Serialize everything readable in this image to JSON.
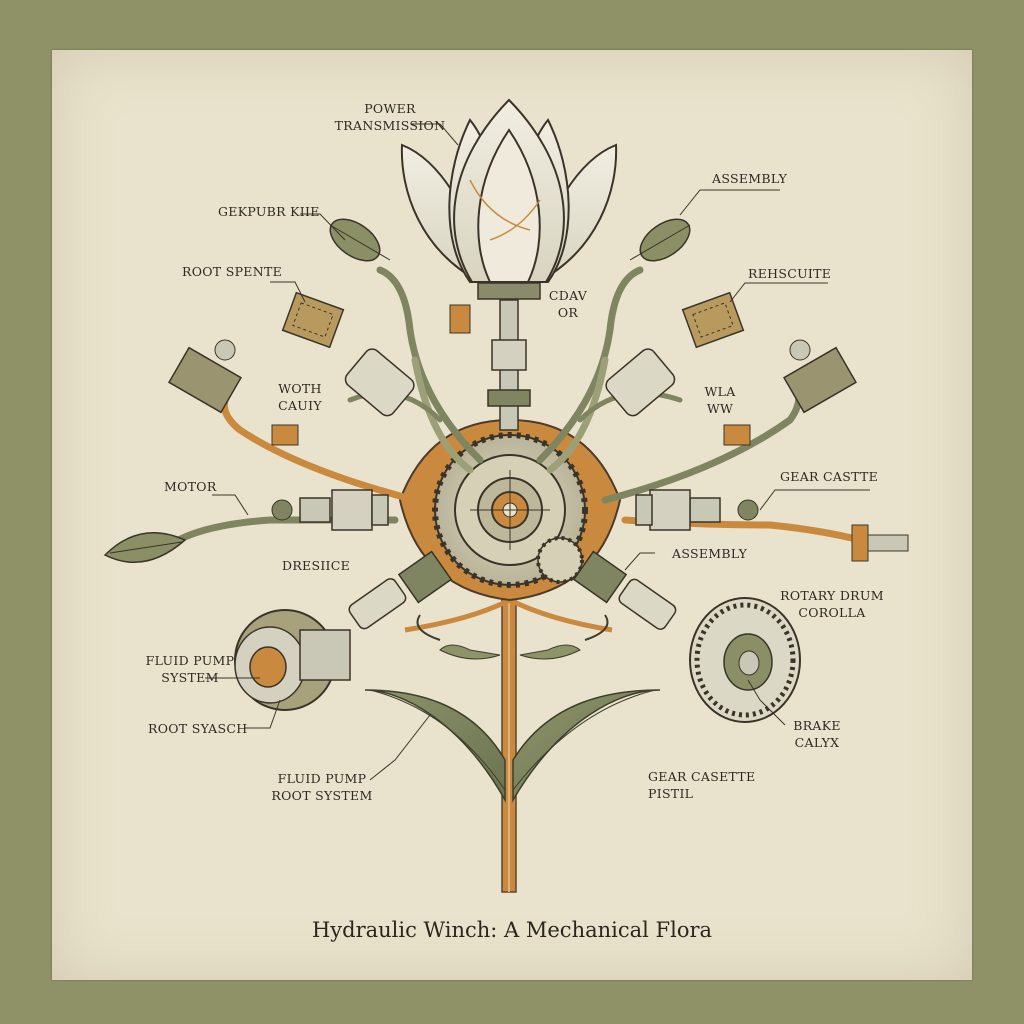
{
  "title": "Hydraulic Winch: A Mechanical Flora",
  "labels": {
    "power_transmission_1": "POWER",
    "power_transmission_2": "TRANSMISSION",
    "assembly_top": "ASSEMBLY",
    "gerpubr_rife": "GEKPUBR KIIE",
    "root_spente": "ROOT SPENTE",
    "rehscuite": "REHSCUITE",
    "cdav_1": "CDAV",
    "cdav_2": "OR",
    "woth_1": "WOTH",
    "woth_2": "CAUIY",
    "wla_1": "WLA",
    "wla_2": "WW",
    "motor": "MOTOR",
    "gear_caste": "GEAR CASTTE",
    "dresiice": "DRESIICE",
    "assembly_mid": "ASSEMBLY",
    "rotary_1": "ROTARY DRUM",
    "rotary_2": "COROLLA",
    "fluid_pump_1": "FLUID PUMP",
    "fluid_pump_2": "SYSTEM",
    "root_syasch": "ROOT SYASCH",
    "brake_1": "BRAKE",
    "brake_2": "CALYX",
    "fluid_root_1": "FLUID PUMP",
    "fluid_root_2": "ROOT SYSTEM",
    "gear_cassette_1": "GEAR CASETTE",
    "gear_cassette_2": "PISTIL"
  },
  "colors": {
    "paper": "#e9e3cd",
    "frame": "#8e9266",
    "ink": "#2d2a22",
    "copper": "#c98a3f",
    "olive": "#7f8560",
    "steel": "#c9c7b6"
  }
}
